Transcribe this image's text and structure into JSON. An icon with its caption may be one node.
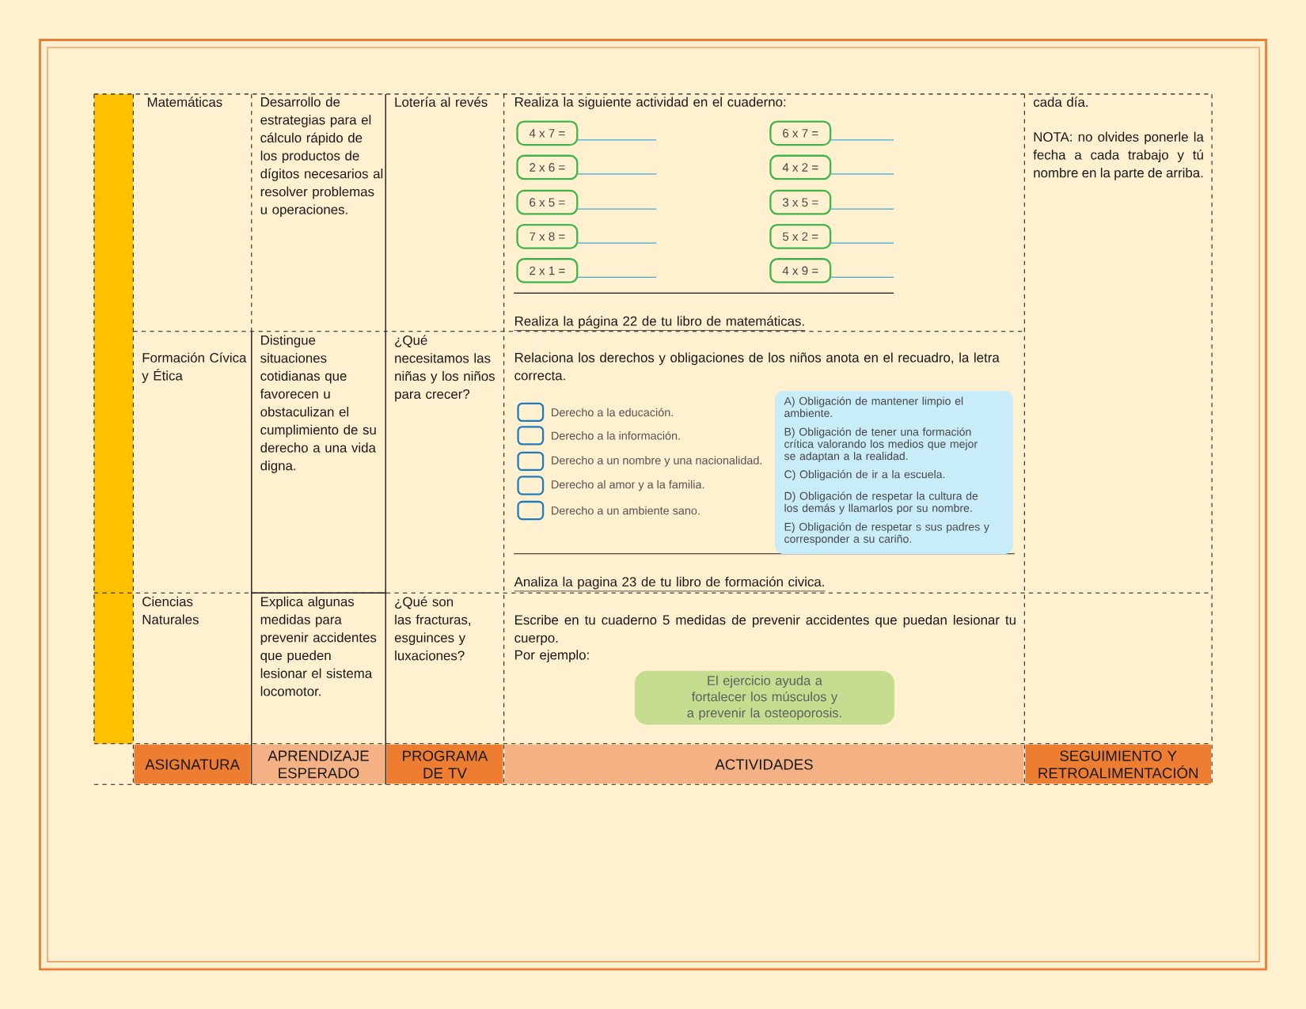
{
  "diagram": {
    "nodes": [
      {
        "text": [
          "4 x 7 ="
        ]
      },
      {
        "text": [
          "6 x 7 ="
        ]
      },
      {
        "text": [
          "2 x 6 ="
        ]
      },
      {
        "text": [
          "4 x 2 ="
        ]
      },
      {
        "text": [
          "6 x 5 ="
        ]
      },
      {
        "text": [
          "3 x 5 ="
        ]
      },
      {
        "text": [
          "7 x 8 ="
        ]
      },
      {
        "text": [
          "5 x 2 ="
        ]
      },
      {
        "text": [
          "2 x 1 ="
        ]
      },
      {
        "text": [
          "4 x 9 ="
        ]
      },
      {
        "text": [],
        "shape": "box",
        "beside": [
          "Derecho a la educación."
        ]
      },
      {
        "text": [],
        "shape": "box",
        "beside": [
          "Derecho a la información."
        ]
      },
      {
        "text": [],
        "shape": "box",
        "beside": [
          "Derecho a un nombre y una nacionalidad."
        ]
      },
      {
        "text": [],
        "shape": "box",
        "beside": [
          "Derecho al amor y a la familia."
        ]
      },
      {
        "text": [],
        "shape": "box",
        "beside": [
          "Derecho a un ambiente sano."
        ]
      },
      {
        "text": [
          "A) Obligación de mantener limpio el ambiente.",
          "B) Obligación de tener una formación crítica valorando los medios que mejor se adaptan a la realidad.",
          "C) Obligación de ir a la escuela.",
          "D) Obligación de respetar  la cultura de los demás y llamarlos por su nombre.",
          "E) Obligación de respetar s sus padres y corresponder a su cariño."
        ]
      },
      {
        "text": [
          "El ejercicio ayuda a fortalecer los músculos y a prevenir la osteoporosis."
        ]
      }
    ],
    "labels": [
      "Matemáticas",
      "Desarrollo de estrategias para el cálculo rápido de los productos de dígitos necesarios al resolver problemas u operaciones.",
      "Lotería al revés",
      "Realiza la siguiente actividad en el cuaderno:",
      "Realiza la página 22 de tu libro de matemáticas.",
      "cada día.",
      "NOTA: no olvides ponerle la fecha a cada trabajo y tú nombre en la parte de arriba.",
      "Formación Cívica y Ética",
      "Distingue situaciones cotidianas que favorecen u obstaculizan el cumplimiento de su derecho a una vida digna.",
      "¿Qué necesitamos las niñas y los niños para crecer?",
      "Relaciona los derechos y obligaciones de los niños anota en el recuadro, la letra correcta.",
      "Analiza la pagina 23 de tu libro de formación civica.",
      "Ciencias Naturales",
      "Explica algunas medidas para prevenir accidentes que pueden lesionar el sistema locomotor.",
      "¿Qué son las fracturas, esguinces y luxaciones?",
      "Escribe en tu cuaderno 5 medidas de prevenir accidentes que puedan lesionar tu cuerpo.",
      "Por ejemplo:",
      "ASIGNATURA",
      "APRENDIZAJE ESPERADO",
      "PROGRAMA DE TV",
      "ACTIVIDADES",
      "SEGUIMIENTO Y RETROALIMENTACIÓN"
    ]
  }
}
